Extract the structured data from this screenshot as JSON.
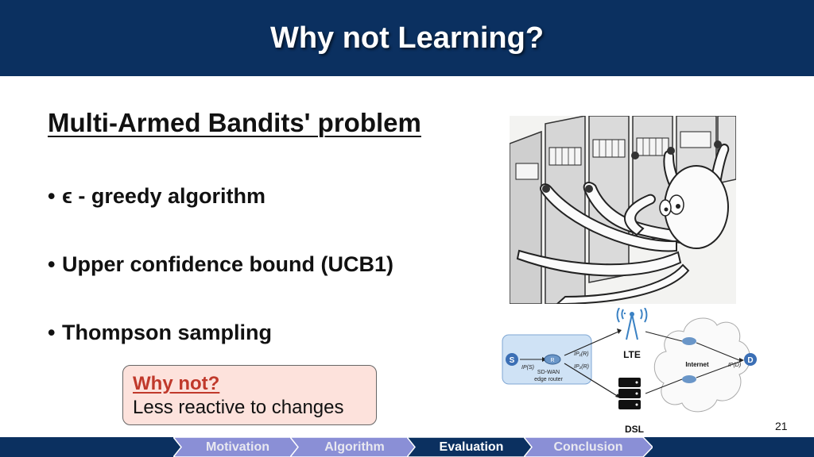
{
  "slide": {
    "title": "Why not Learning?",
    "subtitle": "Multi-Armed Bandits' problem",
    "bullets": [
      {
        "symbol": "ϵ",
        "text": " - greedy algorithm"
      },
      {
        "text": "Upper confidence bound (UCB1)"
      },
      {
        "text": "Thompson sampling"
      }
    ],
    "bullet_marker": "•",
    "callout": {
      "title": "Why not?",
      "text": "Less reactive to changes"
    },
    "page_number": "21"
  },
  "network": {
    "source_label": "S",
    "router_label": "R",
    "router_caption_1": "SD-WAN",
    "router_caption_2": "edge router",
    "ip_source": "IP(S)",
    "ip_r1": "IP₁(R)",
    "ip_r2": "IP₂(R)",
    "lte_label": "LTE",
    "dsl_label": "DSL",
    "internet_label": "Internet",
    "ip_dest": "IP(D)",
    "dest_label": "D"
  },
  "nav": {
    "tabs": [
      "Motivation",
      "Algorithm",
      "Evaluation",
      "Conclusion"
    ],
    "active_index": 2
  },
  "colors": {
    "title_bar": "#0b3060",
    "callout_bg": "#fde2dc",
    "callout_title": "#c0392b",
    "nav_active": "#0b3060",
    "nav_inactive": "#8a8fd6"
  }
}
